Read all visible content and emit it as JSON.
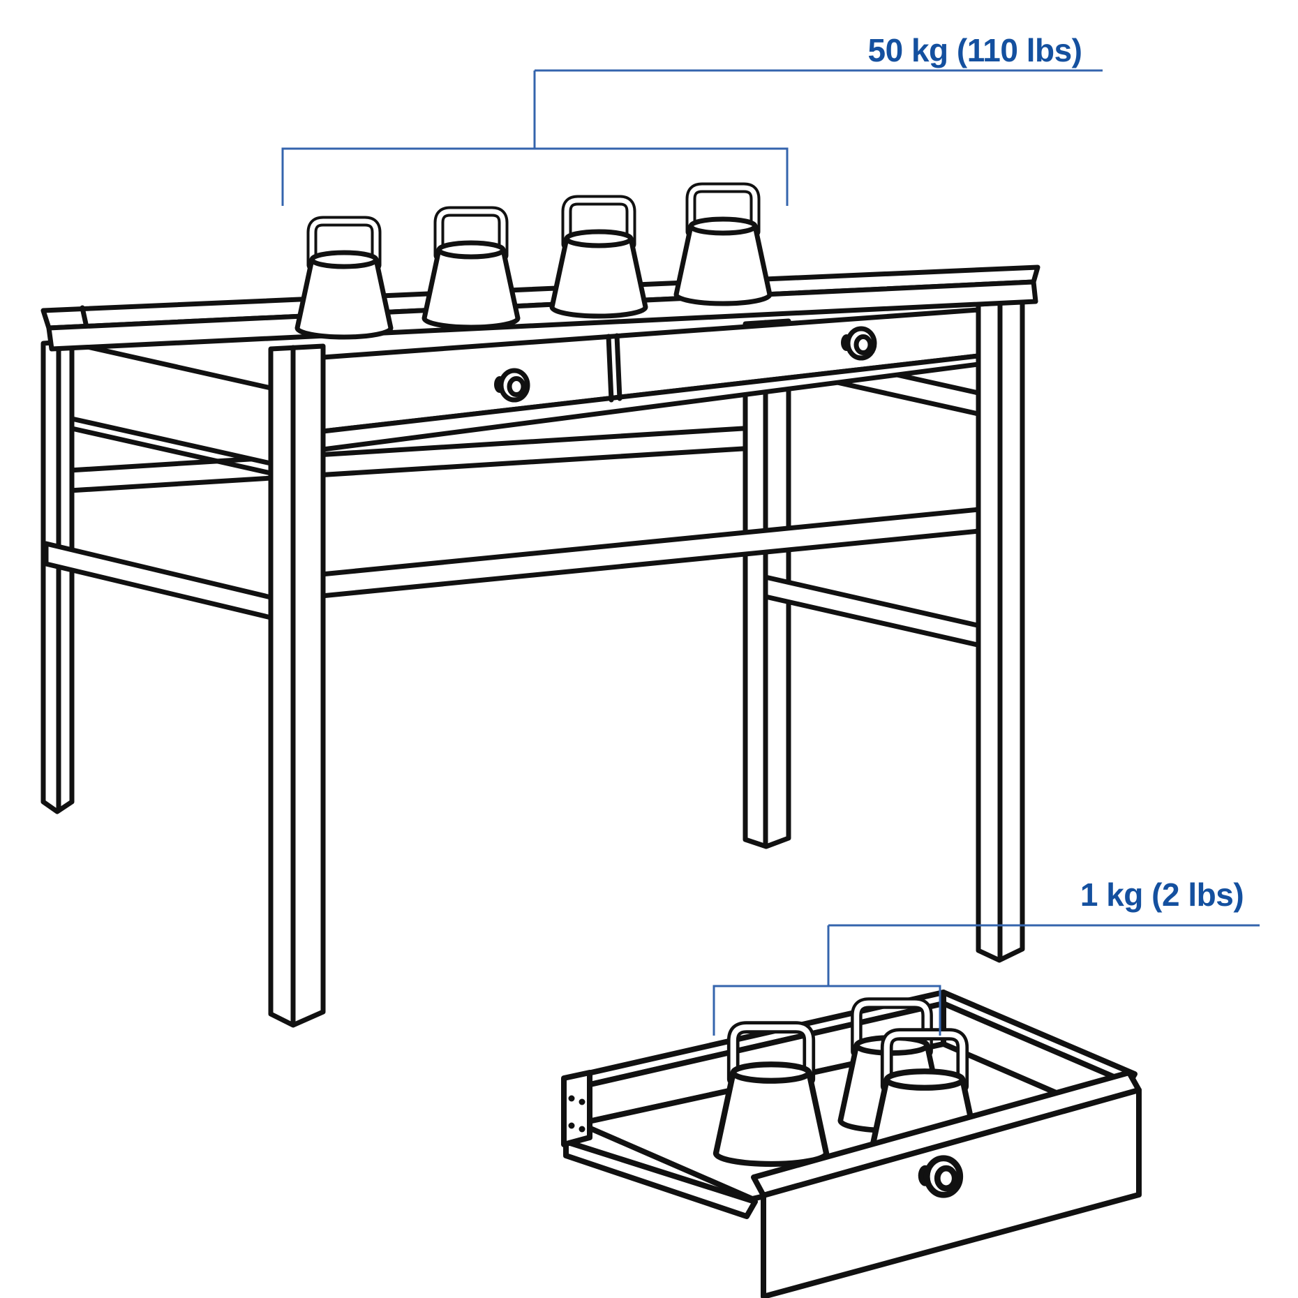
{
  "diagram": {
    "kind": "furniture-load-capacity-diagram",
    "subject": "two-drawer desk line drawing with test weights",
    "annotations": {
      "tabletop_capacity": {
        "label": "50 kg (110 lbs)",
        "points_to": "desk-tabletop-weights"
      },
      "drawer_capacity": {
        "label": "1 kg (2 lbs)",
        "points_to": "open-drawer-weights"
      }
    },
    "counts": {
      "weights_on_tabletop": 4,
      "weights_in_drawer": 3,
      "drawers": 2,
      "legs": 4
    },
    "colors": {
      "annotation_text": "#14509f",
      "annotation_line": "#3464ad",
      "line_art": "#111111",
      "background": "#ffffff"
    }
  }
}
